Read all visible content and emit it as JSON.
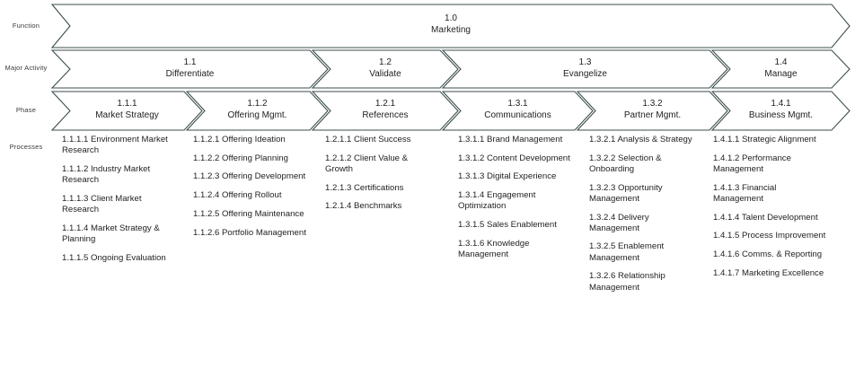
{
  "row_labels": [
    {
      "id": "function",
      "label": "Function"
    },
    {
      "id": "major-activity",
      "label": "Major Activity"
    },
    {
      "id": "phase",
      "label": "Phase"
    },
    {
      "id": "processes",
      "label": "Processes"
    }
  ],
  "colors": {
    "stroke": "#3c4e4e",
    "text": "#1e1e1e",
    "label_text": "#3a3a3a",
    "background": "#ffffff"
  },
  "function_row": [
    {
      "number": "1.0",
      "name": "Marketing"
    }
  ],
  "major_activity_row": [
    {
      "number": "1.1",
      "name": "Differentiate"
    },
    {
      "number": "1.2",
      "name": "Validate"
    },
    {
      "number": "1.3",
      "name": "Evangelize"
    },
    {
      "number": "1.4",
      "name": "Manage"
    }
  ],
  "phase_row": [
    {
      "number": "1.1.1",
      "name": "Market Strategy"
    },
    {
      "number": "1.1.2",
      "name": "Offering Mgmt."
    },
    {
      "number": "1.2.1",
      "name": "References"
    },
    {
      "number": "1.3.1",
      "name": "Communications"
    },
    {
      "number": "1.3.2",
      "name": "Partner Mgmt."
    },
    {
      "number": "1.4.1",
      "name": "Business Mgmt."
    }
  ],
  "process_columns": [
    {
      "phase": "1.1.1",
      "items": [
        "1.1.1.1 Environment Market Research",
        "1.1.1.2 Industry Market Research",
        "1.1.1.3 Client Market Research",
        "1.1.1.4 Market Strategy & Planning",
        "1.1.1.5 Ongoing Evaluation"
      ]
    },
    {
      "phase": "1.1.2",
      "items": [
        "1.1.2.1 Offering Ideation",
        "1.1.2.2 Offering Planning",
        "1.1.2.3 Offering Development",
        "1.1.2.4 Offering Rollout",
        "1.1.2.5 Offering Maintenance",
        "1.1.2.6 Portfolio Management"
      ]
    },
    {
      "phase": "1.2.1",
      "items": [
        "1.2.1.1 Client Success",
        "1.2.1.2 Client Value & Growth",
        "1.2.1.3 Certifications",
        "1.2.1.4 Benchmarks"
      ]
    },
    {
      "phase": "1.3.1",
      "items": [
        "1.3.1.1 Brand Management",
        "1.3.1.2 Content Development",
        "1.3.1.3 Digital Experience",
        "1.3.1.4 Engagement Optimization",
        "1.3.1.5 Sales Enablement",
        "1.3.1.6 Knowledge Management"
      ]
    },
    {
      "phase": "1.3.2",
      "items": [
        "1.3.2.1 Analysis & Strategy",
        "1.3.2.2 Selection & Onboarding",
        "1.3.2.3 Opportunity Management",
        "1.3.2.4 Delivery Management",
        "1.3.2.5 Enablement Management",
        "1.3.2.6 Relationship Management"
      ]
    },
    {
      "phase": "1.4.1",
      "items": [
        "1.4.1.1 Strategic Alignment",
        "1.4.1.2 Performance Management",
        "1.4.1.3 Financial Management",
        "1.4.1.4 Talent Development",
        "1.4.1.5 Process Improvement",
        "1.4.1.6 Comms. & Reporting",
        "1.4.1.7 Marketing Excellence"
      ]
    }
  ]
}
